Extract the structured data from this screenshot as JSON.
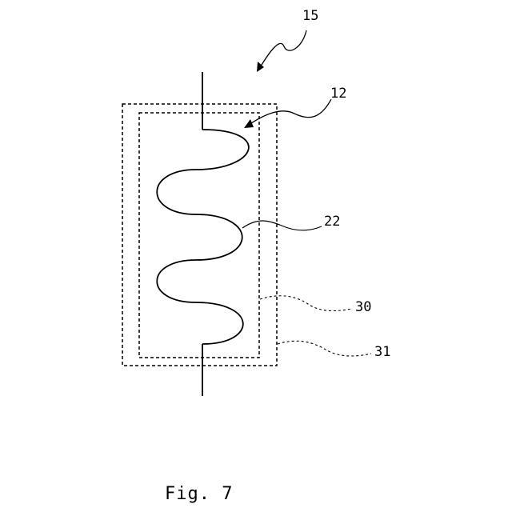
{
  "labels": {
    "device": "15",
    "element": "12",
    "coil": "22",
    "inner_boundary": "30",
    "outer_boundary": "31"
  },
  "caption": "Fig. 7",
  "colors": {
    "line": "#000000",
    "background": "#ffffff"
  }
}
